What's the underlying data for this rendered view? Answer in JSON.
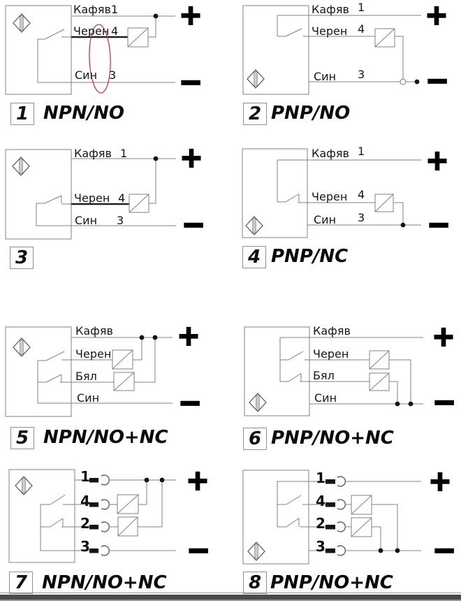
{
  "symbols": {
    "plus": "+",
    "minus": "−"
  },
  "colors": {
    "wire": "#828282",
    "thick_wire": "#1f1f1f",
    "text": "#111111",
    "annotation": "#c03a3a",
    "divider": "#4a4a4a"
  },
  "diagrams": [
    {
      "num": "1",
      "type": "NPN/NO",
      "wires": [
        {
          "name": "Кафяв",
          "pin": "1"
        },
        {
          "name": "Черен",
          "pin": "4"
        },
        {
          "name": "Син",
          "pin": "3"
        }
      ],
      "annotation": "red-ellipse-highlight"
    },
    {
      "num": "2",
      "type": "PNP/NO",
      "wires": [
        {
          "name": "Кафяв",
          "pin": "1"
        },
        {
          "name": "Черен",
          "pin": "4"
        },
        {
          "name": "Син",
          "pin": "3"
        }
      ]
    },
    {
      "num": "3",
      "type": "",
      "wires": [
        {
          "name": "Кафяв",
          "pin": "1"
        },
        {
          "name": "Черен",
          "pin": "4"
        },
        {
          "name": "Син",
          "pin": "3"
        }
      ]
    },
    {
      "num": "4",
      "type": "PNP/NC",
      "wires": [
        {
          "name": "Кафяв",
          "pin": "1"
        },
        {
          "name": "Черен",
          "pin": "4"
        },
        {
          "name": "Син",
          "pin": "3"
        }
      ]
    },
    {
      "num": "5",
      "type": "NPN/NO+NC",
      "wires": [
        {
          "name": "Кафяв"
        },
        {
          "name": "Черен"
        },
        {
          "name": "Бял"
        },
        {
          "name": "Син"
        }
      ]
    },
    {
      "num": "6",
      "type": "PNP/NO+NC",
      "wires": [
        {
          "name": "Кафяв"
        },
        {
          "name": "Черен"
        },
        {
          "name": "Бял"
        },
        {
          "name": "Син"
        }
      ]
    },
    {
      "num": "7",
      "type": "NPN/NO+NC",
      "pins": [
        "1",
        "4",
        "2",
        "3"
      ]
    },
    {
      "num": "8",
      "type": "PNP/NO+NC",
      "pins": [
        "1",
        "4",
        "2",
        "3"
      ]
    }
  ]
}
